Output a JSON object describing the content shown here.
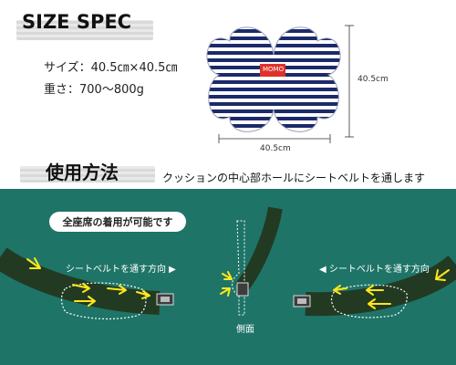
{
  "size_spec": {
    "title": "SIZE SPEC",
    "size_line": "サイズ：40.5㎝×40.5㎝",
    "weight_line": "重さ：700～800g",
    "width_dim": "40.5cm",
    "height_dim": "40.5cm",
    "tag_text": "MOMO"
  },
  "usage": {
    "title": "使用方法",
    "instruction": "クッションの中心部ホールにシートベルトを通します",
    "badge": "全座席の着用が可能です",
    "left_direction": "シートベルトを通す方向 ▶",
    "right_direction": "◀ シートベルトを通す方向",
    "side_view": "側面"
  },
  "colors": {
    "teal_background": "#1f7468",
    "navy_stripe": "#1c2a6b",
    "belt": "#233a22",
    "arrow": "#ffe81a"
  }
}
